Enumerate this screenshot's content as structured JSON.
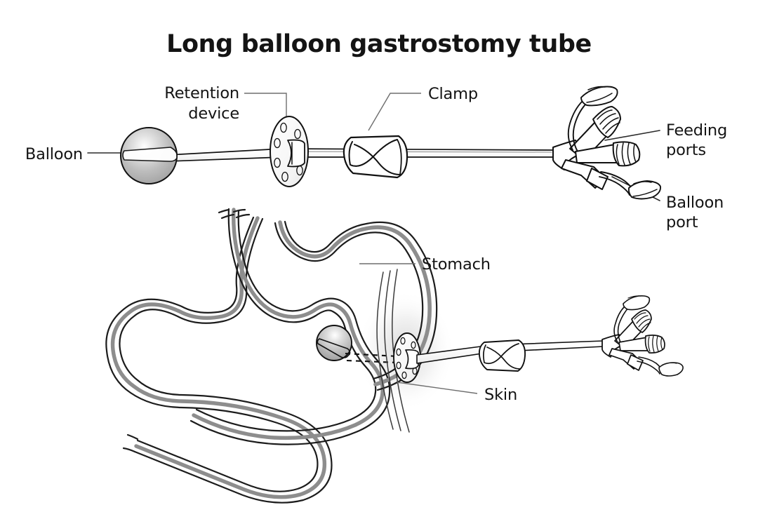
{
  "figure": {
    "title": "Long balloon gastrostomy tube",
    "background_color": "#ffffff",
    "ink_color": "#111111",
    "organ_fill_color": "#9a9a9a",
    "balloon_fill_color": "#b4b4b4"
  },
  "panels": [
    {
      "id": "device-panel",
      "name": "Long balloon gastrostomy tube device",
      "labels": [
        {
          "id": "balloon",
          "text": "Balloon",
          "lines": [
            "Balloon"
          ],
          "align": "right"
        },
        {
          "id": "retention-device",
          "text": "Retention device",
          "lines": [
            "Retention",
            "device"
          ],
          "align": "right"
        },
        {
          "id": "clamp",
          "text": "Clamp",
          "lines": [
            "Clamp"
          ],
          "align": "left"
        },
        {
          "id": "feeding-ports",
          "text": "Feeding ports",
          "lines": [
            "Feeding",
            "ports"
          ],
          "align": "left"
        },
        {
          "id": "balloon-port",
          "text": "Balloon port",
          "lines": [
            "Balloon",
            "port"
          ],
          "align": "left"
        }
      ],
      "parts": [
        "balloon",
        "feeding-tube-shaft",
        "retention-disc",
        "tube-clamp",
        "port-manifold",
        "feeding-port-upper",
        "feeding-port-middle",
        "balloon-port-lower",
        "port-cap-upper",
        "port-cap-lower"
      ]
    },
    {
      "id": "anatomy-panel",
      "name": "Tube placed in stomach through skin",
      "labels": [
        {
          "id": "stomach",
          "text": "Stomach",
          "lines": [
            "Stomach"
          ],
          "align": "left"
        },
        {
          "id": "skin",
          "text": "Skin",
          "lines": [
            "Skin"
          ],
          "align": "left"
        }
      ],
      "parts": [
        "stomach-outline",
        "esophagus",
        "duodenum-loop",
        "balloon-in-stomach",
        "stoma-tract",
        "skin-surface",
        "external-retention-disc",
        "external-clamp",
        "external-port-manifold"
      ]
    }
  ]
}
